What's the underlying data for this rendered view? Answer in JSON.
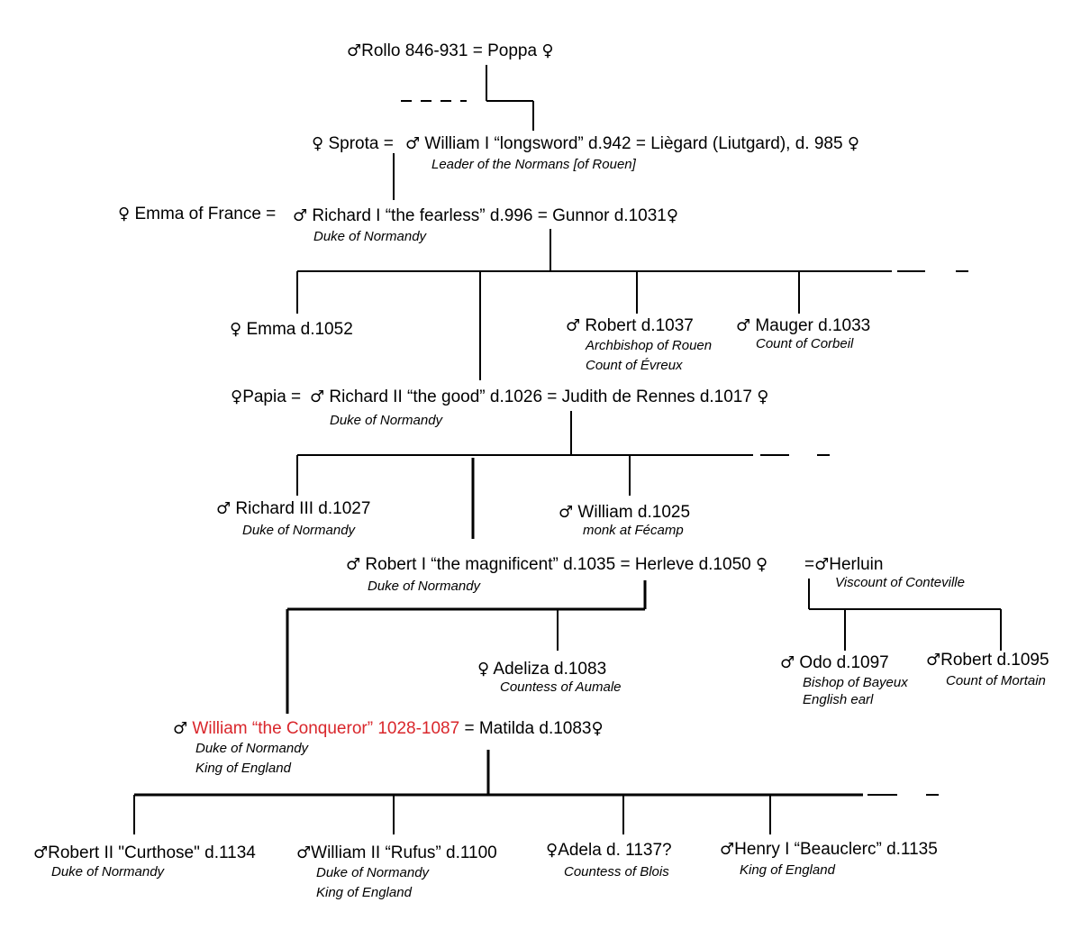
{
  "symbols": {
    "male": "♂",
    "female": "♀"
  },
  "colors": {
    "line": "#000000",
    "highlight": "#d9262b"
  },
  "gen1": {
    "rollo": "Rollo 846-931 = Poppa"
  },
  "gen2": {
    "sprota": "Sprota =",
    "william1": "William I “longsword” d.942 = Liègard (Liutgard), d. 985",
    "william1_title": "Leader of the Normans [of Rouen]"
  },
  "gen3": {
    "emma_france": "Emma of France =",
    "richard1": "Richard I “the fearless” d.996 = Gunnor d.1031",
    "richard1_title": "Duke of Normandy"
  },
  "gen4": {
    "emma": "Emma d.1052",
    "robert": "Robert  d.1037",
    "robert_title1": "Archbishop of Rouen",
    "robert_title2": "Count of Évreux",
    "mauger": "Mauger d.1033",
    "mauger_title": "Count of Corbeil"
  },
  "gen5": {
    "papia": "Papia =",
    "richard2": "Richard II  “the good”  d.1026 =  Judith de Rennes d.1017",
    "richard2_title": "Duke of Normandy"
  },
  "gen6": {
    "richard3": "Richard III  d.1027",
    "richard3_title": "Duke of Normandy",
    "william": "William d.1025",
    "william_title": "monk at Fécamp"
  },
  "gen7": {
    "robert1": "Robert I “the magnificent” d.1035 = Herleve d.1050",
    "robert1_title": "Duke of Normandy",
    "herluin_eq": "=",
    "herluin": "Herluin",
    "herluin_title": "Viscount of Conteville"
  },
  "gen8": {
    "adeliza": "Adeliza d.1083",
    "adeliza_title": "Countess of Aumale",
    "odo": "Odo  d.1097",
    "odo_title1": "Bishop of Bayeux",
    "odo_title2": "English earl",
    "robert_m": "Robert d.1095",
    "robert_m_title": "Count of Mortain"
  },
  "gen9": {
    "conqueror": "William “the Conqueror” 1028-1087",
    "matilda": "= Matilda d.1083",
    "conqueror_title1": "Duke of Normandy",
    "conqueror_title2": "King of England"
  },
  "gen10": {
    "robert2": "Robert II \"Curthose\" d.1134",
    "robert2_title": "Duke of Normandy",
    "rufus": "William II “Rufus” d.1100",
    "rufus_title1": "Duke of Normandy",
    "rufus_title2": "King of England",
    "adela": "Adela d. 1137?",
    "adela_title": "Countess of Blois",
    "henry": "Henry I “Beauclerc” d.1135",
    "henry_title": "King of England"
  }
}
